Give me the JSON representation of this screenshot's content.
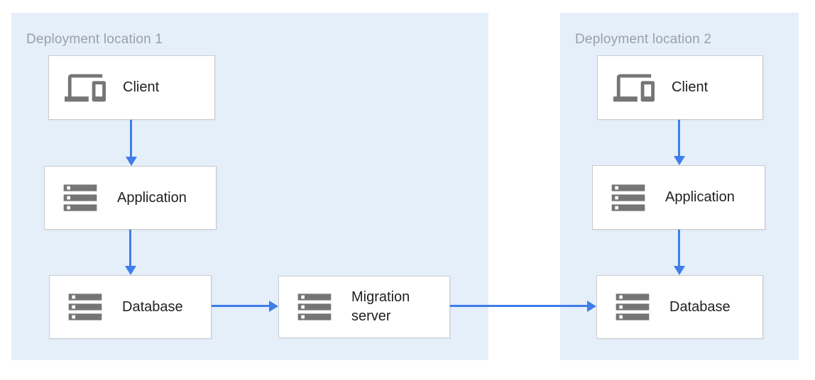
{
  "diagram": {
    "type": "architecture-diagram",
    "regions": [
      {
        "id": "deployment-location-1",
        "title": "Deployment location 1"
      },
      {
        "id": "deployment-location-2",
        "title": "Deployment location 2"
      }
    ],
    "nodes": [
      {
        "id": "client-1",
        "label": "Client",
        "icon": "devices-icon",
        "region": "deployment-location-1"
      },
      {
        "id": "application-1",
        "label": "Application",
        "icon": "storage-icon",
        "region": "deployment-location-1"
      },
      {
        "id": "database-1",
        "label": "Database",
        "icon": "storage-icon",
        "region": "deployment-location-1"
      },
      {
        "id": "migration-server",
        "label": "Migration server",
        "icon": "storage-icon",
        "region": "deployment-location-1"
      },
      {
        "id": "client-2",
        "label": "Client",
        "icon": "devices-icon",
        "region": "deployment-location-2"
      },
      {
        "id": "application-2",
        "label": "Application",
        "icon": "storage-icon",
        "region": "deployment-location-2"
      },
      {
        "id": "database-2",
        "label": "Database",
        "icon": "storage-icon",
        "region": "deployment-location-2"
      }
    ],
    "edges": [
      {
        "from": "client-1",
        "to": "application-1",
        "direction": "down"
      },
      {
        "from": "application-1",
        "to": "database-1",
        "direction": "down"
      },
      {
        "from": "database-1",
        "to": "migration-server",
        "direction": "right"
      },
      {
        "from": "migration-server",
        "to": "database-2",
        "direction": "right"
      },
      {
        "from": "client-2",
        "to": "application-2",
        "direction": "down"
      },
      {
        "from": "application-2",
        "to": "database-2",
        "direction": "down"
      }
    ],
    "colors": {
      "canvas": "#FFFFFF",
      "region_fill": "#E4EFFA",
      "region_title": "#9AA0A6",
      "node_fill": "#FFFFFF",
      "node_border": "#CBCBCB",
      "node_label": "#212121",
      "icon": "#757575",
      "arrow": "#3F7DE8"
    }
  }
}
